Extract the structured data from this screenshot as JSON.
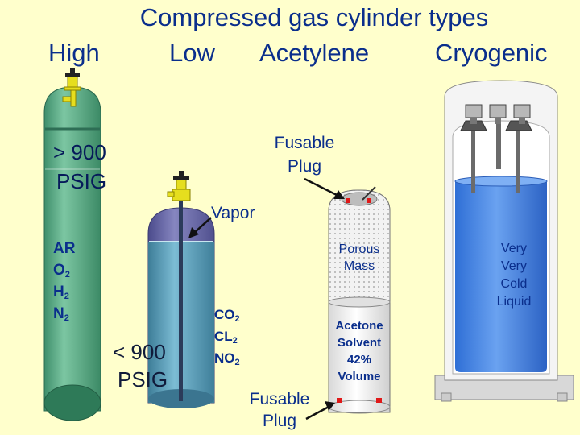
{
  "title": "Compressed gas cylinder types",
  "headers": {
    "high": "High",
    "low": "Low",
    "acetylene": "Acetylene",
    "cryogenic": "Cryogenic"
  },
  "high_cylinder": {
    "pressure_line1": "> 900",
    "pressure_line2": "PSIG",
    "gases": [
      {
        "base": "AR",
        "sub": ""
      },
      {
        "base": "O",
        "sub": "2"
      },
      {
        "base": "H",
        "sub": "2"
      },
      {
        "base": "N",
        "sub": "2"
      }
    ]
  },
  "low_cylinder": {
    "pressure_line1": "< 900",
    "pressure_line2": "PSIG",
    "vapor_label": "Vapor",
    "gases": [
      {
        "base": "CO",
        "sub": "2"
      },
      {
        "base": "CL",
        "sub": "2"
      },
      {
        "base": "NO",
        "sub": "2"
      }
    ]
  },
  "acetylene_cylinder": {
    "fusable_plug_top_line1": "Fusable",
    "fusable_plug_top_line2": "Plug",
    "porous_line1": "Porous",
    "porous_line2": "Mass",
    "solvent_lines": [
      "Acetone",
      "Solvent",
      "42%",
      "Volume"
    ],
    "fusable_plug_bottom_line1": "Fusable",
    "fusable_plug_bottom_line2": "Plug"
  },
  "cryogenic_cylinder": {
    "liquid_lines": [
      "Very",
      "Very",
      "Cold",
      "Liquid"
    ]
  },
  "colors": {
    "background": "#ffffcc",
    "text": "#0a2e8c",
    "high_cylinder": "#5fb08c",
    "low_cylinder_vapor": "#6a6aa8",
    "low_cylinder_liquid": "#5a9cb8",
    "cryo_liquid": "#3f7fe0",
    "valve": "#e8e020"
  }
}
